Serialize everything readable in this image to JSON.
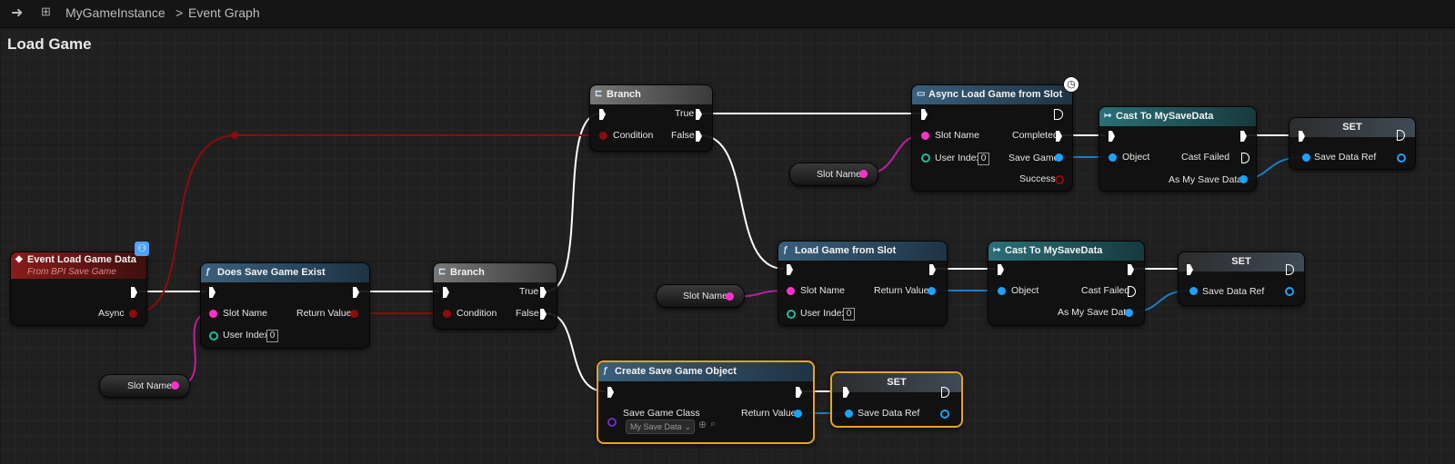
{
  "topbar": {
    "graph_breadcrumb": "MyGameInstance",
    "separator": ">",
    "graph_name": "Event Graph"
  },
  "graph_title": "Load Game",
  "nodes": {
    "event": {
      "title": "Event Load Game Data",
      "subtitle": "From BPI Save Game",
      "pin_async": "Async"
    },
    "does_save_exist": {
      "title": "Does Save Game Exist",
      "pin_slot": "Slot Name",
      "pin_user": "User Index",
      "user_value": "0",
      "pin_ret": "Return Value"
    },
    "branch1": {
      "title": "Branch",
      "pin_cond": "Condition",
      "pin_true": "True",
      "pin_false": "False"
    },
    "branch2": {
      "title": "Branch",
      "pin_cond": "Condition",
      "pin_true": "True",
      "pin_false": "False"
    },
    "async_load": {
      "title": "Async Load Game from Slot",
      "pin_slot": "Slot Name",
      "pin_user": "User Index",
      "user_value": "0",
      "pin_completed": "Completed",
      "pin_save": "Save Game",
      "pin_success": "Success"
    },
    "cast1": {
      "title": "Cast To MySaveData",
      "pin_obj": "Object",
      "pin_failed": "Cast Failed",
      "pin_as": "As My Save Data"
    },
    "set1": {
      "title": "SET",
      "pin_ref": "Save Data Ref"
    },
    "load_game": {
      "title": "Load Game from Slot",
      "pin_slot": "Slot Name",
      "pin_user": "User Index",
      "user_value": "0",
      "pin_ret": "Return Value"
    },
    "cast2": {
      "title": "Cast To MySaveData",
      "pin_obj": "Object",
      "pin_failed": "Cast Failed",
      "pin_as": "As My Save Data"
    },
    "set2": {
      "title": "SET",
      "pin_ref": "Save Data Ref"
    },
    "create_save": {
      "title": "Create Save Game Object",
      "pin_class": "Save Game Class",
      "class_value": "My Save Data",
      "pin_ret": "Return Value"
    },
    "set3": {
      "title": "SET",
      "pin_ref": "Save Data Ref"
    }
  },
  "variables": {
    "slot_name_1": "Slot Name",
    "slot_name_2": "Slot Name",
    "slot_name_3": "Slot Name"
  },
  "colors": {
    "exec": "#ffffff",
    "bool": "#8f0b0b",
    "string": "#ff33cc",
    "object": "#1aa3ff",
    "int": "#1dbf9a",
    "selection": "#e9a323"
  }
}
